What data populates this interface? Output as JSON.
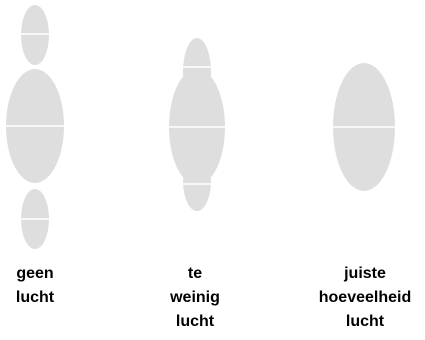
{
  "colors": {
    "shape_fill": "#dedede",
    "divider": "#ffffff",
    "background": "#ffffff",
    "text": "#000000"
  },
  "panels": [
    {
      "lines": [
        "geen",
        "lucht"
      ]
    },
    {
      "lines": [
        "te",
        "weinig",
        "lucht"
      ]
    },
    {
      "lines": [
        "juiste",
        "hoeveelheid",
        "lucht"
      ]
    }
  ]
}
